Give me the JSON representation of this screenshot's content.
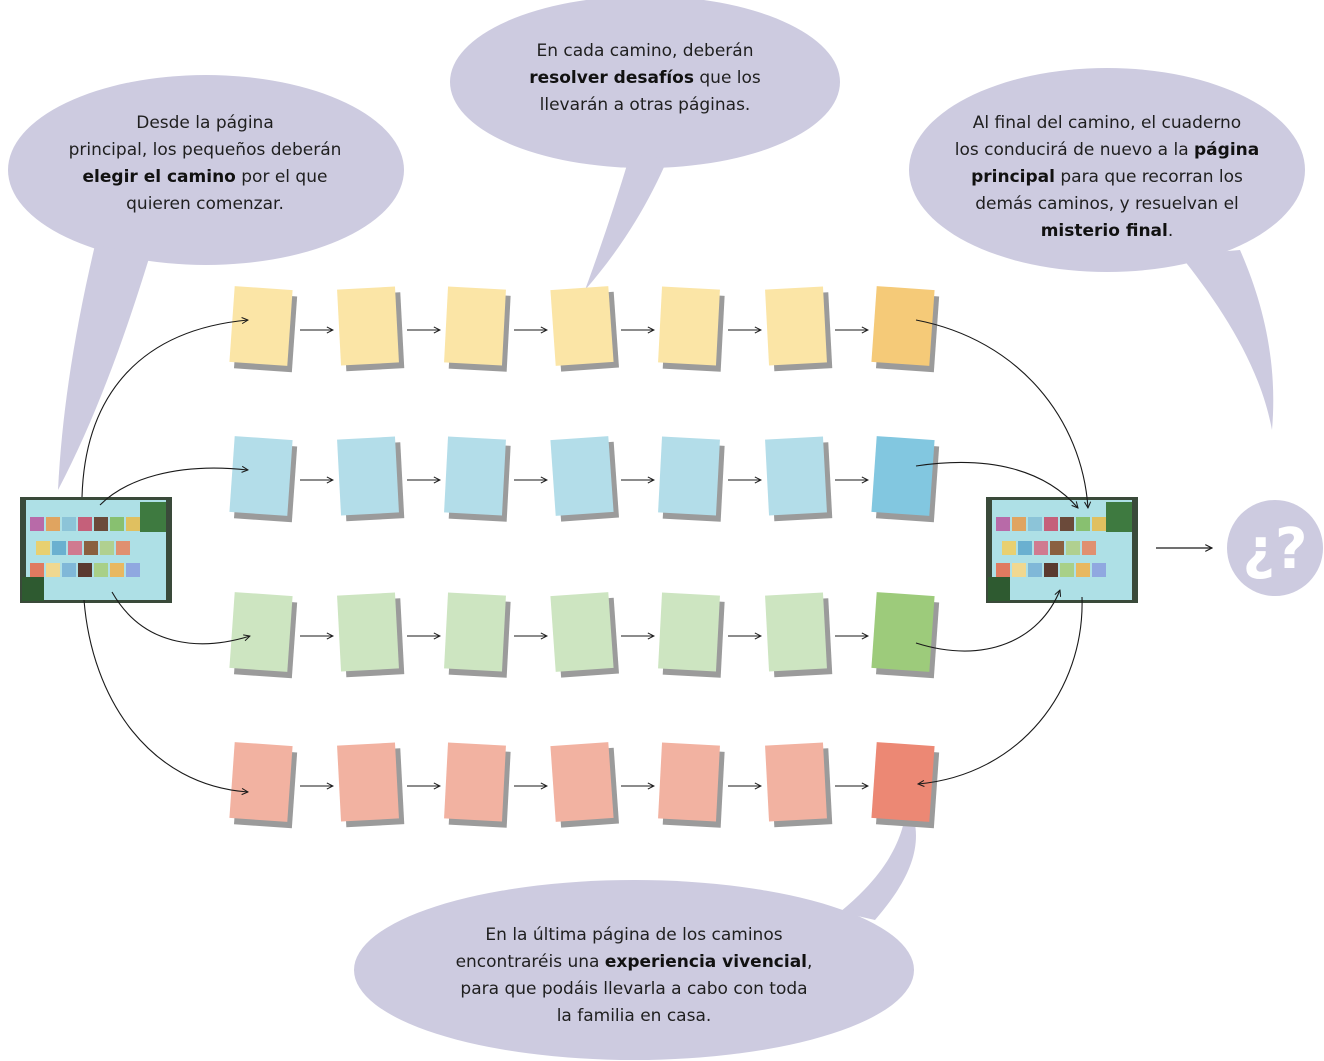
{
  "colors": {
    "bubble": "#cdcbe0",
    "yellow": "#fbe5a6",
    "yellow_last": "#f5ca78",
    "blue": "#b3dde9",
    "blue_last": "#82c7e0",
    "green": "#cde5c1",
    "green_last": "#9dcb7b",
    "red": "#f2b2a1",
    "red_last": "#ec8874",
    "shadow": "#9b9b9b",
    "arrow": "#1a1a1a"
  },
  "paths": [
    {
      "name": "yellow",
      "pages": 7
    },
    {
      "name": "blue",
      "pages": 7
    },
    {
      "name": "green",
      "pages": 7
    },
    {
      "name": "red",
      "pages": 7
    }
  ],
  "bubbles": {
    "start": {
      "lines": [
        [
          "Desde la página"
        ],
        [
          "principal, los pequeños deberán"
        ],
        [
          "**elegir el camino**",
          " por el que"
        ],
        [
          "quieren comenzar."
        ]
      ]
    },
    "challenges": {
      "lines": [
        [
          "En cada camino, deberán"
        ],
        [
          "**resolver desafíos**",
          " que los"
        ],
        [
          "llevarán a otras páginas."
        ]
      ]
    },
    "final": {
      "lines": [
        [
          "Al final del camino, el cuaderno"
        ],
        [
          "los conducirá de nuevo a la ",
          "**página**"
        ],
        [
          "**principal**",
          " para que recorran los"
        ],
        [
          "demás caminos, y resuelvan el"
        ],
        [
          "**misterio final**",
          "."
        ]
      ]
    },
    "experience": {
      "lines": [
        [
          "En la última página de los caminos"
        ],
        [
          "encontraréis una ",
          "**experiencia vivencial**",
          ","
        ],
        [
          "para que podáis llevarla a cabo con toda"
        ],
        [
          "la familia en casa."
        ]
      ]
    }
  },
  "mystery_symbol": "¿?"
}
